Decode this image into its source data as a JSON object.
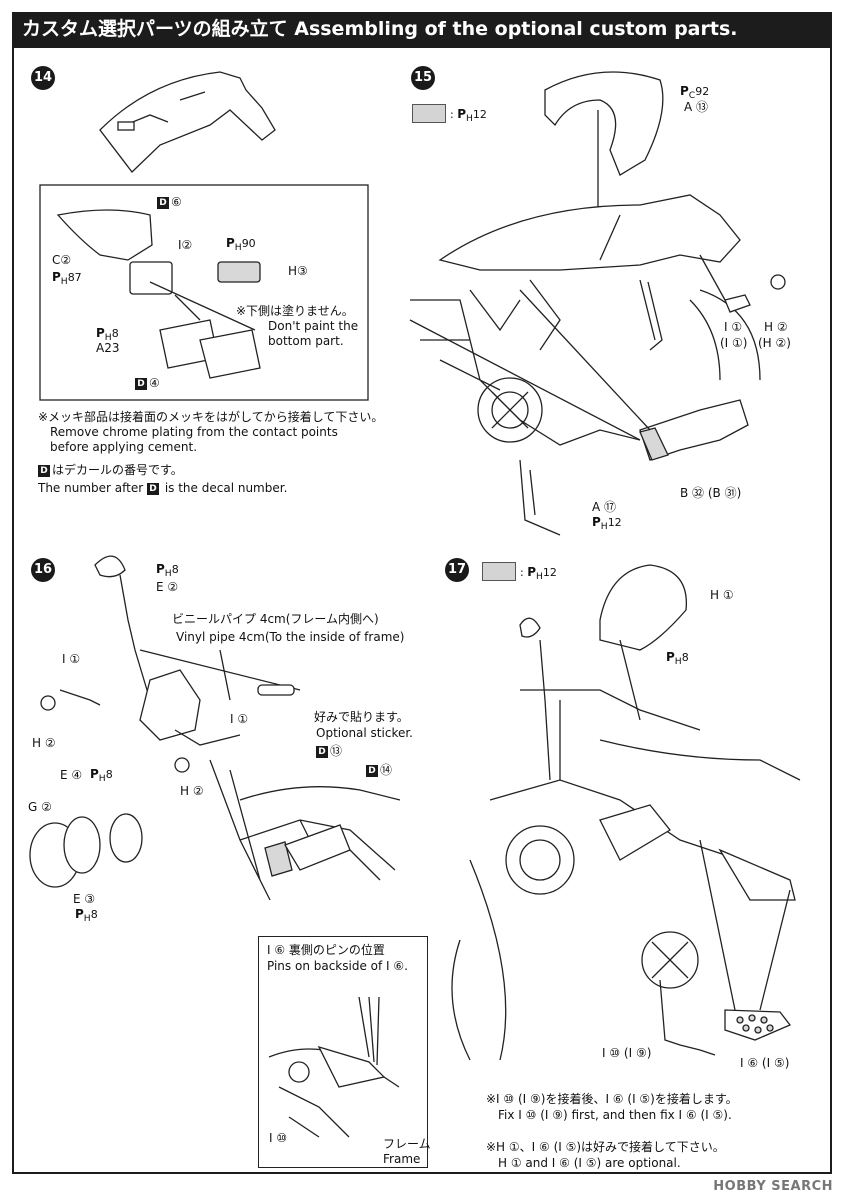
{
  "header": {
    "title": "カスタム選択パーツの組み立て Assembling of the optional custom parts."
  },
  "colors": {
    "swatch": "#d4d4d4",
    "header_bg": "#1c1c1c"
  },
  "step14": {
    "number": "14",
    "decal_d6": "⑥",
    "c2": "C②",
    "ph87": "87",
    "i2": "I②",
    "ph90": "90",
    "h3": "H③",
    "note_jp": "※下側は塗りません。",
    "note_en1": "Don't paint the",
    "note_en2": "bottom part.",
    "ph8": "8",
    "a23": "A23",
    "decal_d4": "④",
    "chrome_jp": "※メッキ部品は接着面のメッキをはがしてから接着して下さい。",
    "chrome_en1": "Remove chrome plating from the contact points",
    "chrome_en2": "before applying cement.",
    "decal_jp": "はデカールの番号です。",
    "decal_en_a": "The number after",
    "decal_en_b": "is the decal number."
  },
  "step15": {
    "number": "15",
    "ph12": "12",
    "pc92": "92",
    "a13": "A ⑬",
    "i1": "I ①",
    "i1b": "(I ①)",
    "h2": "H ②",
    "h2b": "(H ②)",
    "b32": "B ㉜ (B ㉛)",
    "a17": "A ⑰",
    "ph12b": "12"
  },
  "step16": {
    "number": "16",
    "ph8a": "8",
    "e2": "E ②",
    "vinyl_jp": "ビニールパイプ 4cm(フレーム内側へ)",
    "vinyl_en": "Vinyl pipe 4cm(To the inside of frame)",
    "i1a": "I ①",
    "h2a": "H ②",
    "i1b": "I ①",
    "h2b": "H ②",
    "sticker_jp": "好みで貼ります。",
    "sticker_en": "Optional sticker.",
    "d13": "⑬",
    "d14": "⑭",
    "e4": "E ④",
    "ph8b": "8",
    "g2": "G ②",
    "e3": "E ③",
    "ph8c": "8"
  },
  "step17": {
    "number": "17",
    "ph12": "12",
    "h1": "H ①",
    "ph8": "8",
    "inset_jp": "I ⑥ 裏側のピンの位置",
    "inset_en": "Pins on backside of I ⑥.",
    "i10": "I ⑩",
    "frame_jp": "フレーム",
    "frame_en": "Frame",
    "i10b": "I ⑩ (I ⑨)",
    "i6b": "I ⑥ (I ⑤)",
    "fix_jp": "※I ⑩ (I ⑨)を接着後、I ⑥ (I ⑤)を接着します。",
    "fix_en": "Fix I ⑩ (I ⑨) first, and then fix I ⑥ (I ⑤).",
    "opt_jp": "※H ①、I ⑥ (I ⑤)は好みで接着して下さい。",
    "opt_en": "H ① and I ⑥ (I ⑤) are optional."
  },
  "icons": [
    "paint-code-icon",
    "decal-marker-icon",
    "step-number-badge"
  ],
  "watermark": "HOBBY SEARCH"
}
